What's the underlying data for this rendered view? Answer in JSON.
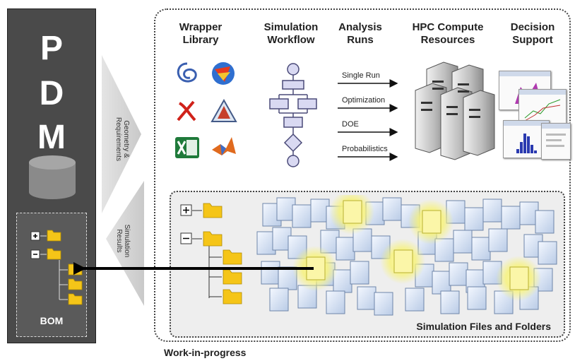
{
  "pdm": {
    "letters": [
      "P",
      "D",
      "M"
    ],
    "bom_label": "BOM"
  },
  "flows": {
    "inbound_label": "Geometry & Requirements",
    "inbound_line1": "Geometry &",
    "inbound_line2": "Requirements",
    "outbound_line1": "Simulation",
    "outbound_line2": "Results"
  },
  "columns": [
    {
      "line1": "Wrapper",
      "line2": "Library"
    },
    {
      "line1": "Simulation",
      "line2": "Workflow"
    },
    {
      "line1": "Analysis",
      "line2": "Runs"
    },
    {
      "line1": "HPC Compute",
      "line2": "Resources"
    },
    {
      "line1": "Decision",
      "line2": "Support"
    }
  ],
  "runs": [
    "Single Run",
    "Optimization",
    "DOE",
    "Probabilistics"
  ],
  "sim_files_label": "Simulation Files and Folders",
  "wip_label": "Work-in-progress",
  "colors": {
    "pdm_bg": "#4a4a4a",
    "panel_bg": "#eeeeee",
    "folder": "#f5c518",
    "highlight": "#f7f27a"
  }
}
